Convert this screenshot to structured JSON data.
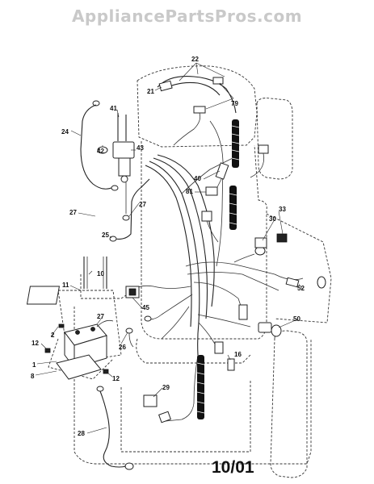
{
  "watermark": "AppliancePartsPros.com",
  "date_code": "10/01",
  "callouts": {
    "c1": "1",
    "c2": "2",
    "c8": "8",
    "c10": "10",
    "c11": "11",
    "c12a": "12",
    "c12b": "12",
    "c16": "16",
    "c21": "21",
    "c22": "22",
    "c24": "24",
    "c25": "25",
    "c26": "26",
    "c27a": "27",
    "c27b": "27",
    "c27c": "27",
    "c28": "28",
    "c29": "29",
    "c30": "30",
    "c33": "33",
    "c40": "40",
    "c41": "41",
    "c42": "42",
    "c43": "43",
    "c45": "45",
    "c50": "50",
    "c52": "52",
    "c79": "79",
    "c81": "81"
  }
}
